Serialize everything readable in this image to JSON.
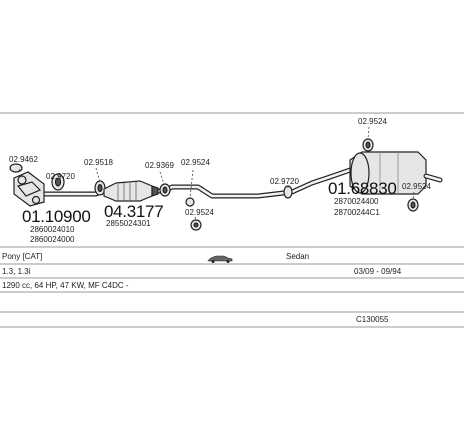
{
  "parts": {
    "clamp_1": "02.9462",
    "gasket_1": "02.9720",
    "gasket_2": "02.9518",
    "clamp_2": "02.9369",
    "bracket_1": "02.9524",
    "bracket_2": "02.9524",
    "clamp_3": "02.9720",
    "mount_top": "02.9524",
    "mount_right": "02.9524"
  },
  "front_pipe": {
    "code": "01.10900",
    "ref_1": "2860024010",
    "ref_2": "2860024000"
  },
  "catalyst": {
    "code": "04.3177",
    "ref_1": "2855024301"
  },
  "rear_silencer": {
    "code": "01.68830",
    "ref_1": "2870024400",
    "ref_2": "28700244C1"
  },
  "info": {
    "make_model": "Pony [CAT]",
    "body_type": "Sedan",
    "engine": "1.3, 1.3i",
    "dates": "03/09 - 09/94",
    "specs": "1290 cc, 64 HP, 47 KW, MF C4DC -",
    "catalogue_no": "C130055"
  }
}
